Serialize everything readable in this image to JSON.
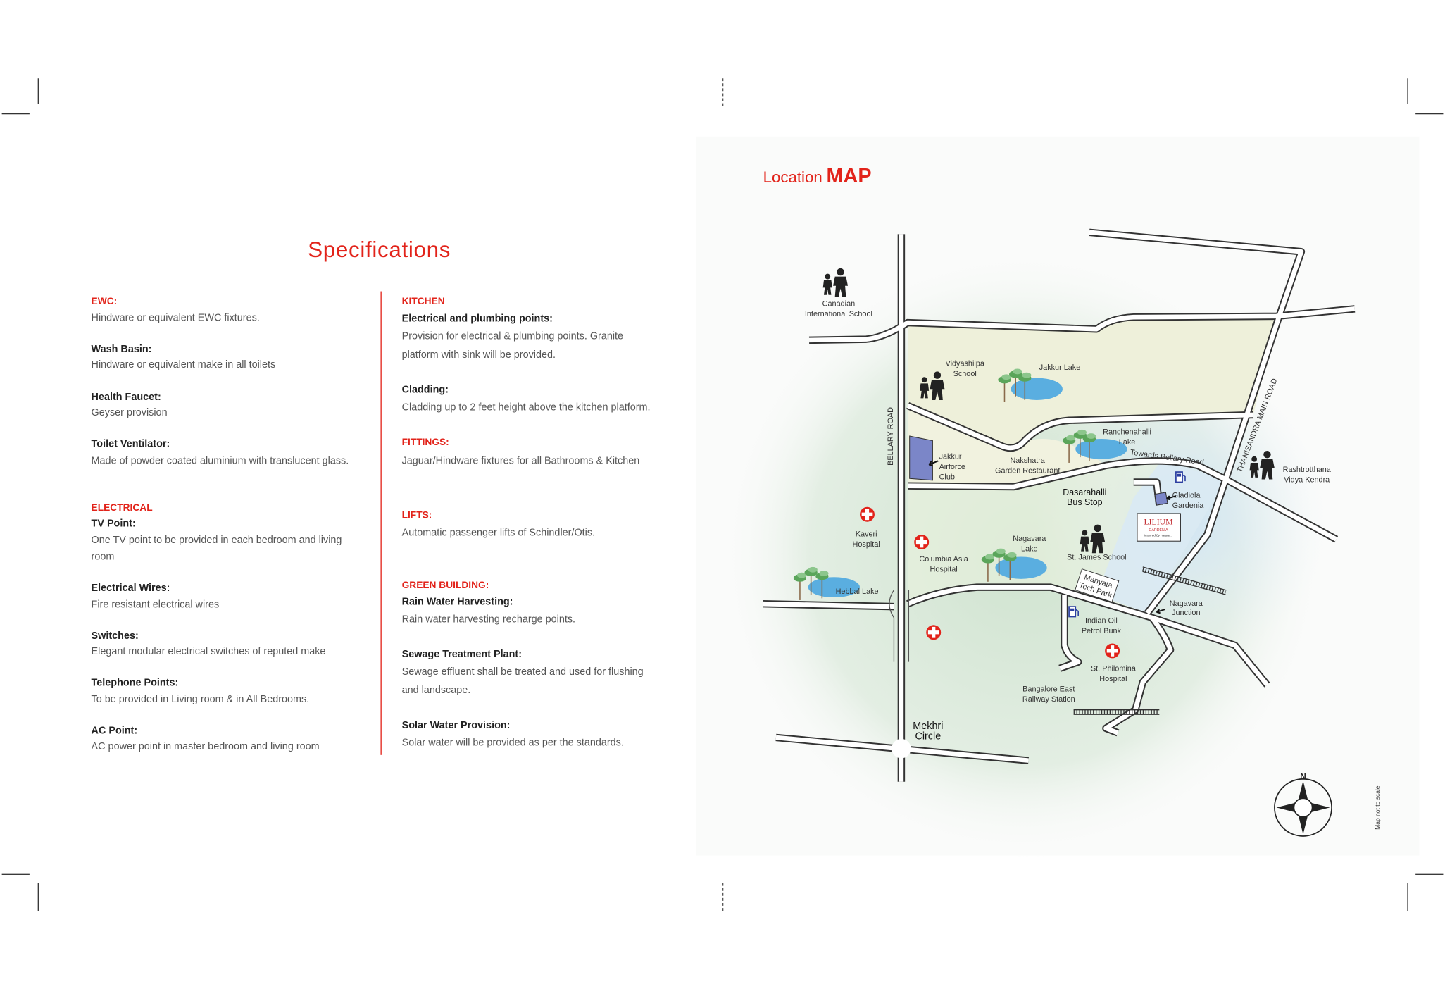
{
  "specifications": {
    "title": "Specifications",
    "left": [
      {
        "heading": "EWC:",
        "text": [
          "Hindware or equivalent EWC fixtures."
        ]
      },
      {
        "heading": "Wash Basin:",
        "text": [
          "Hindware or equivalent make in all toilets"
        ]
      },
      {
        "heading": "Health Faucet:",
        "text": [
          "Geyser provision"
        ]
      },
      {
        "heading": "Toilet Ventilator:",
        "text": [
          "Made of powder coated aluminium with translucent glass."
        ]
      },
      {
        "section": "ELECTRICAL",
        "heading": "TV Point:",
        "text": [
          "One TV point to be provided in each bedroom and living",
          "room"
        ]
      },
      {
        "heading": "Electrical Wires:",
        "text": [
          "Fire resistant electrical wires"
        ]
      },
      {
        "heading": "Switches:",
        "text": [
          "Elegant modular electrical switches of reputed make"
        ]
      },
      {
        "heading": "Telephone Points:",
        "text": [
          "To be provided in Living room & in All Bedrooms."
        ]
      },
      {
        "heading": "AC Point:",
        "text": [
          "AC power point in master bedroom and living room"
        ]
      }
    ],
    "right": [
      {
        "section": "KITCHEN",
        "heading": "Electrical and plumbing points:",
        "text": [
          "Provision for electrical & plumbing points. Granite",
          "platform with sink will be provided."
        ]
      },
      {
        "heading": "Cladding:",
        "text": [
          "Cladding up to 2 feet height above the kitchen platform."
        ]
      },
      {
        "section": "FITTINGS:",
        "text": [
          "Jaguar/Hindware fixtures for all Bathrooms & Kitchen"
        ]
      },
      {
        "section": "LIFTS:",
        "text": [
          "Automatic passenger lifts of Schindler/Otis."
        ]
      },
      {
        "section": "GREEN BUILDING:",
        "heading": "Rain Water Harvesting:",
        "text": [
          "Rain water harvesting recharge points."
        ]
      },
      {
        "heading": "Sewage Treatment Plant:",
        "text": [
          "Sewage effluent shall be treated and used for flushing",
          "and landscape."
        ]
      },
      {
        "heading": "Solar Water Provision:",
        "text": [
          "Solar water will be provided as per the standards."
        ]
      }
    ]
  },
  "map": {
    "title_light": "Location",
    "title_bold": "MAP",
    "roads": {
      "bellary": "BELLARY ROAD",
      "thanisandra": "THANISANDRA MAIN ROAD",
      "towards_bellary": "Towards Bellary Road",
      "manyata": [
        "Manyata",
        "Tech Park"
      ]
    },
    "labels": {
      "canadian_school": [
        "Canadian",
        "International School"
      ],
      "vidyashilpa": [
        "Vidyashilpa",
        "School"
      ],
      "jakkur_lake": "Jakkur Lake",
      "ranchenahalli": [
        "Ranchenahalli",
        "Lake"
      ],
      "jakkur_airforce": [
        "Jakkur",
        "Airforce",
        "Club"
      ],
      "nakshatra": [
        "Nakshatra",
        "Garden Restaurant"
      ],
      "dasarahalli": [
        "Dasarahalli",
        "Bus Stop"
      ],
      "gladiola": [
        "Gladiola",
        "Gardenia"
      ],
      "rashtrotthana": [
        "Rashtrotthana",
        "Vidya Kendra"
      ],
      "kaveri": [
        "Kaveri",
        "Hospital"
      ],
      "columbia": [
        "Columbia Asia",
        "Hospital"
      ],
      "nagavara_lake": [
        "Nagavara",
        "Lake"
      ],
      "st_james": "St. James School",
      "hebbal": "Hebbal Lake",
      "nagavara_junction": [
        "Nagavara",
        "Junction"
      ],
      "indian_oil": [
        "Indian Oil",
        "Petrol Bunk"
      ],
      "st_philomina": [
        "St. Philomina",
        "Hospital"
      ],
      "bangalore_east": [
        "Bangalore East",
        "Railway Station"
      ],
      "mekhri": [
        "Mekhri",
        "Circle"
      ]
    },
    "logo": {
      "name": "LILIUM",
      "sub": "GARDENIA",
      "tagline": "inspired by nature..."
    },
    "compass": "N",
    "note": "Map not to scale",
    "colors": {
      "accent": "#e2231a",
      "lake": "#5aaee0",
      "building": "#7b86c8"
    }
  }
}
